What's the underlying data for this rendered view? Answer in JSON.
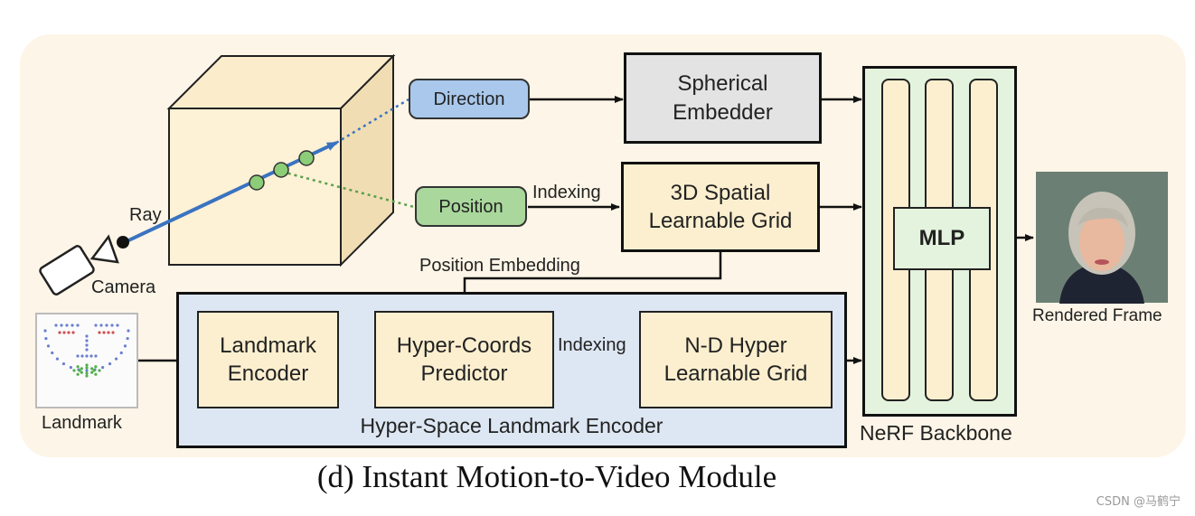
{
  "diagram": {
    "labels": {
      "direction": "Direction",
      "position": "Position",
      "spherical_embedder": "Spherical\nEmbedder",
      "spatial_grid": "3D Spatial\nLearnable Grid",
      "mlp": "MLP",
      "rendered_frame": "Rendered Frame",
      "nerf_backbone": "NeRF Backbone",
      "landmark_encoder": "Landmark\nEncoder",
      "hyper_coords": "Hyper-Coords\nPredictor",
      "nd_grid": "N-D Hyper\nLearnable Grid",
      "hyper_space_encoder": "Hyper-Space Landmark Encoder",
      "indexing_top": "Indexing",
      "indexing_bottom": "Indexing",
      "position_embedding": "Position Embedding",
      "ray": "Ray",
      "camera": "Camera",
      "landmark": "Landmark"
    },
    "caption": "(d) Instant Motion-to-Video Module",
    "watermark": "CSDN @马鹤宁"
  },
  "colors": {
    "panel_bg": "#fdf5e7",
    "cream_box": "#fcefcf",
    "grey_box": "#e3e3e3",
    "blue_pill": "#a9c8ec",
    "green_pill": "#a9d79c",
    "encoder_bg": "#dde7f3",
    "nerf_bg": "#e4f3dd",
    "ray_blue": "#3a73c0",
    "dot_green": "#8ccd78"
  }
}
